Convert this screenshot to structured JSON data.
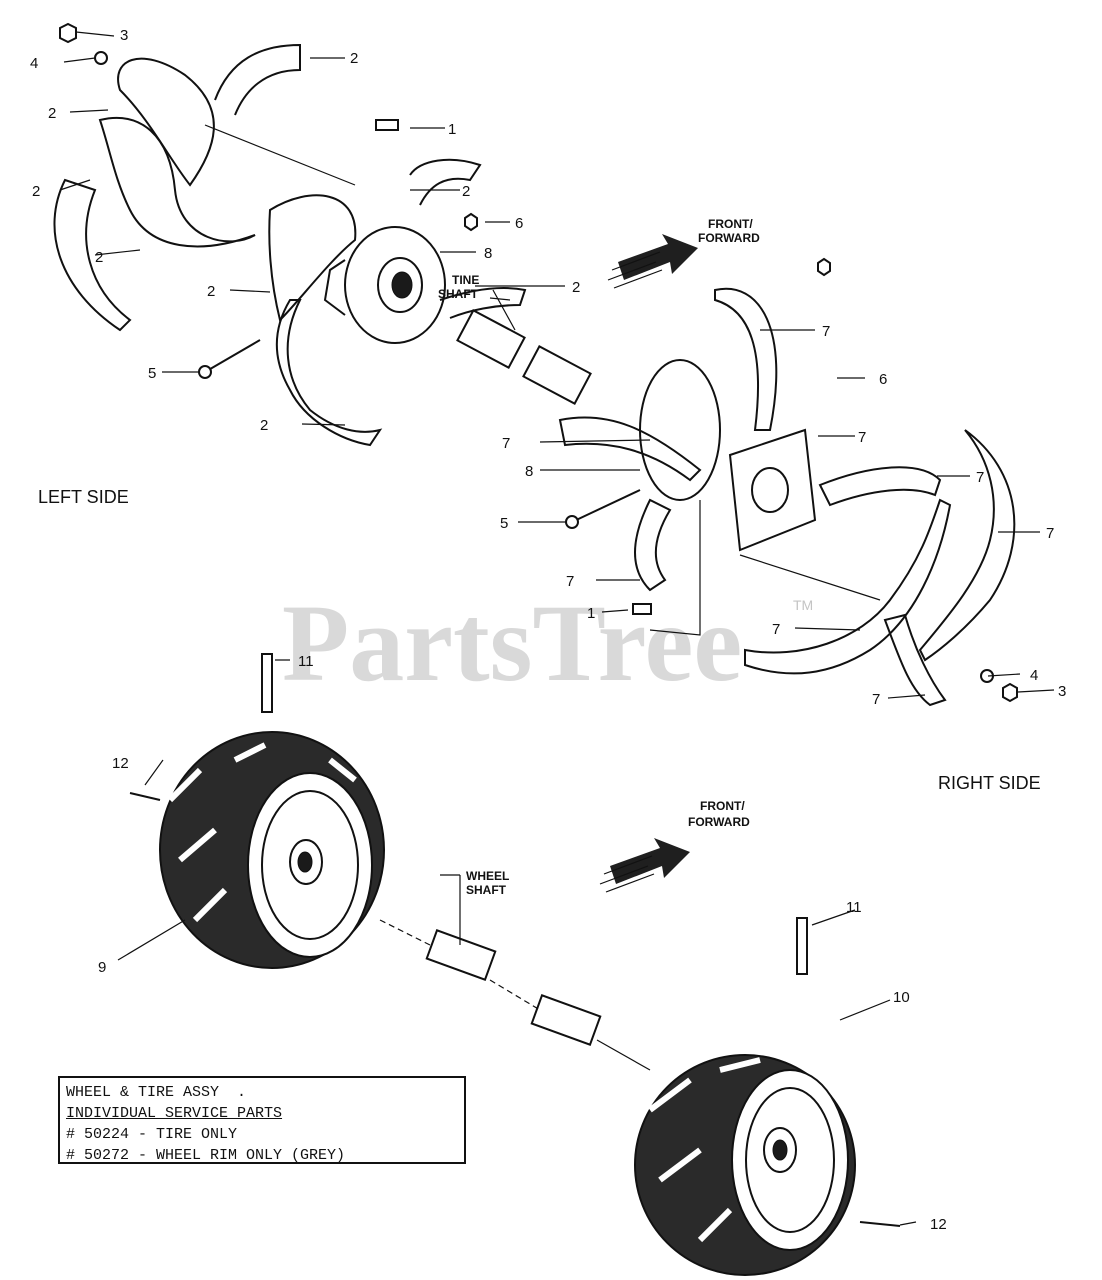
{
  "watermark": {
    "text": "PartsTree",
    "tm": "TM"
  },
  "side_labels": {
    "left": "LEFT SIDE",
    "right": "RIGHT SIDE"
  },
  "direction": {
    "line1": "FRONT/",
    "line2": "FORWARD"
  },
  "tine_shaft": {
    "line1": "TINE",
    "line2": "SHAFT"
  },
  "wheel_shaft": {
    "line1": "WHEEL",
    "line2": "SHAFT"
  },
  "callouts": {
    "c1": "1",
    "c2": "2",
    "c3": "3",
    "c4": "4",
    "c5": "5",
    "c6": "6",
    "c7": "7",
    "c8": "8",
    "c9": "9",
    "c10": "10",
    "c11": "11",
    "c12": "12"
  },
  "service_box": {
    "line1": "WHEEL & TIRE ASSY  .",
    "line2": "INDIVIDUAL SERVICE PARTS",
    "line3": "# 50224 - TIRE ONLY",
    "line4": "# 50272 - WHEEL RIM ONLY (GREY)"
  }
}
